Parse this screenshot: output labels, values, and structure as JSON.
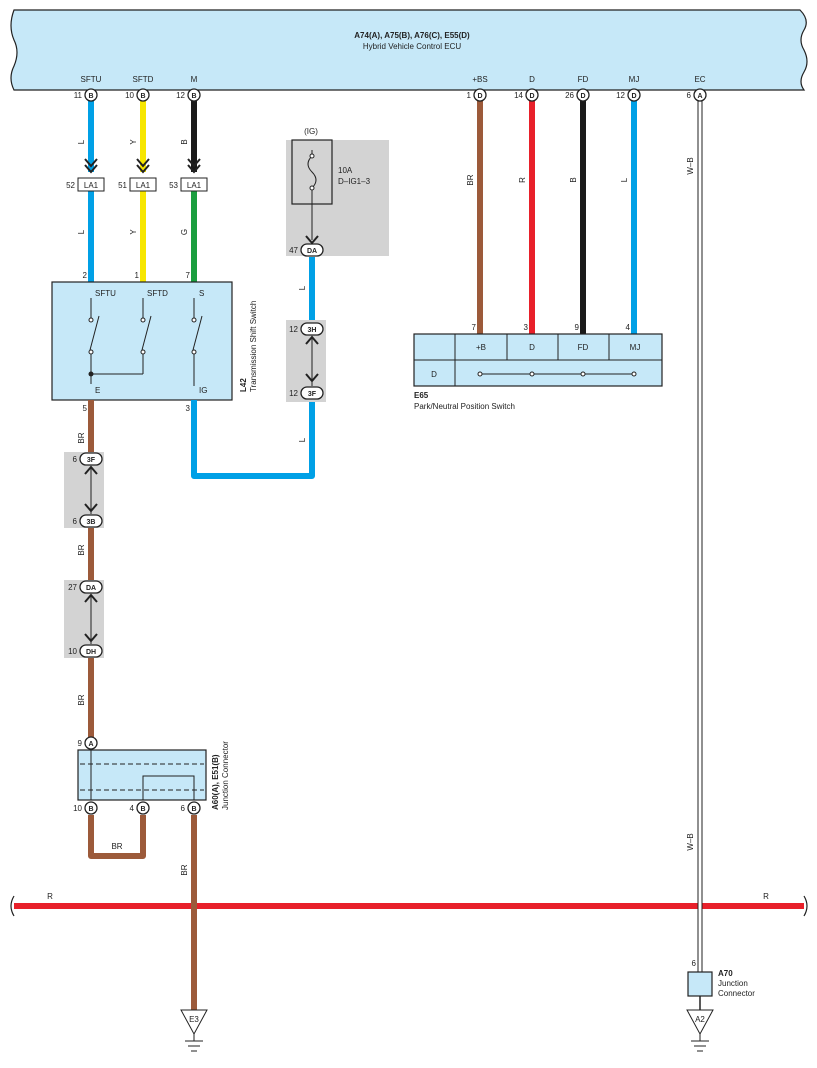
{
  "ecu": {
    "title": "A74(A), A75(B), A76(C), E55(D)",
    "subtitle": "Hybrid Vehicle Control ECU"
  },
  "ecu_pins": [
    {
      "label": "SFTU",
      "num": "11",
      "conn": "B"
    },
    {
      "label": "SFTD",
      "num": "10",
      "conn": "B"
    },
    {
      "label": "M",
      "num": "12",
      "conn": "B"
    },
    {
      "label": "+BS",
      "num": "1",
      "conn": "D"
    },
    {
      "label": "D",
      "num": "14",
      "conn": "D"
    },
    {
      "label": "FD",
      "num": "26",
      "conn": "D"
    },
    {
      "label": "MJ",
      "num": "12",
      "conn": "D"
    },
    {
      "label": "EC",
      "num": "6",
      "conn": "A"
    }
  ],
  "wires": {
    "sftu": "L",
    "sftd": "Y",
    "m_upper": "B",
    "m_lower": "G",
    "bs": "BR",
    "d": "R",
    "fd": "B",
    "mj": "L",
    "ec_upper": "W–B",
    "ec_lower": "W–B",
    "fuse_out": "L",
    "ig_return": "L",
    "e_upper": "BR",
    "e_mid": "BR",
    "e_lower": "BR",
    "jumper": "BR",
    "ground": "BR",
    "r_left": "R",
    "r_right": "R"
  },
  "la1": [
    {
      "num": "52",
      "id": "LA1"
    },
    {
      "num": "51",
      "id": "LA1"
    },
    {
      "num": "53",
      "id": "LA1"
    }
  ],
  "fuse": {
    "source": "(IG)",
    "rating": "10A",
    "name": "D–IG1–3"
  },
  "fuse_conn": {
    "num": "47",
    "id": "DA"
  },
  "ig_conns": {
    "top": {
      "num": "12",
      "id": "3H"
    },
    "bottom": {
      "num": "12",
      "id": "3F"
    }
  },
  "switch_l42": {
    "code": "L42",
    "name": "Transmission Shift Switch",
    "pin_sftu": "2",
    "pin_sftd": "1",
    "pin_s": "7",
    "pin_e": "5",
    "pin_ig": "3",
    "lbl_sftu": "SFTU",
    "lbl_sftd": "SFTD",
    "lbl_s": "S",
    "lbl_e": "E",
    "lbl_ig": "IG"
  },
  "e_conns": [
    {
      "num": "6",
      "id": "3F"
    },
    {
      "num": "6",
      "id": "3B"
    },
    {
      "num": "27",
      "id": "DA"
    },
    {
      "num": "10",
      "id": "DH"
    }
  ],
  "junction": {
    "code": "A60(A), E51(B)",
    "name": "Junction Connector",
    "in_num": "9",
    "in_conn": "A",
    "outs": [
      {
        "num": "10",
        "conn": "B"
      },
      {
        "num": "4",
        "conn": "B"
      },
      {
        "num": "6",
        "conn": "B"
      }
    ]
  },
  "e65": {
    "code": "E65",
    "name": "Park/Neutral Position Switch",
    "pins": [
      "7",
      "3",
      "9",
      "4"
    ],
    "cols": [
      "+B",
      "D",
      "FD",
      "MJ"
    ],
    "row_label": "D"
  },
  "a70": {
    "code": "A70",
    "name1": "Junction",
    "name2": "Connector",
    "pin": "6"
  },
  "grounds": [
    "E3",
    "A2"
  ],
  "colors": {
    "L": "#00a0e6",
    "Y": "#f7e600",
    "B": "#1a1a1a",
    "G": "#1a9e3e",
    "BR": "#9c5a3a",
    "R": "#e8202a",
    "box": "#c6e8f8",
    "shade": "#d3d3d3"
  }
}
